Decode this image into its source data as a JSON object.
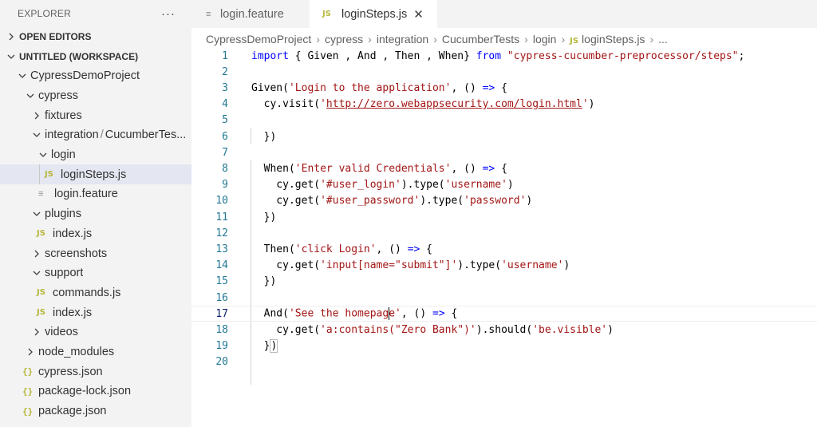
{
  "explorer": {
    "title": "EXPLORER",
    "more": "···",
    "sections": [
      {
        "label": "OPEN EDITORS",
        "expanded": false
      },
      {
        "label": "UNTITLED (WORKSPACE)",
        "expanded": true
      }
    ],
    "tree": [
      {
        "label": "CypressDemoProject",
        "icon": "folder",
        "expanded": true
      },
      {
        "label": "cypress",
        "icon": "folder",
        "expanded": true
      },
      {
        "label": "fixtures",
        "icon": "folder",
        "expanded": false
      },
      {
        "label": "integration",
        "label_sep": "/",
        "label_rest": "CucumberTes...",
        "icon": "folder",
        "expanded": true
      },
      {
        "label": "login",
        "icon": "folder",
        "expanded": true
      },
      {
        "label": "loginSteps.js",
        "icon": "js",
        "badge": "JS",
        "selected": true
      },
      {
        "label": "login.feature",
        "icon": "feature",
        "badge": "≡"
      },
      {
        "label": "plugins",
        "icon": "folder",
        "expanded": true
      },
      {
        "label": "index.js",
        "icon": "js",
        "badge": "JS"
      },
      {
        "label": "screenshots",
        "icon": "folder",
        "expanded": false
      },
      {
        "label": "support",
        "icon": "folder",
        "expanded": true
      },
      {
        "label": "commands.js",
        "icon": "js",
        "badge": "JS"
      },
      {
        "label": "index.js",
        "icon": "js",
        "badge": "JS"
      },
      {
        "label": "videos",
        "icon": "folder",
        "expanded": false
      },
      {
        "label": "node_modules",
        "icon": "folder",
        "expanded": false
      },
      {
        "label": "cypress.json",
        "icon": "json",
        "badge": "{}"
      },
      {
        "label": "package-lock.json",
        "icon": "json",
        "badge": "{}"
      },
      {
        "label": "package.json",
        "icon": "json",
        "badge": "{}"
      }
    ]
  },
  "tabs": [
    {
      "label": "login.feature",
      "badge": "≡",
      "active": false
    },
    {
      "label": "loginSteps.js",
      "badge": "JS",
      "active": true,
      "close": "✕"
    }
  ],
  "breadcrumb": {
    "items": [
      "CypressDemoProject",
      "cypress",
      "integration",
      "CucumberTests",
      "login"
    ],
    "file_badge": "JS",
    "file": "loginSteps.js",
    "sep": "›",
    "tail": "..."
  },
  "editor": {
    "line_numbers": [
      "1",
      "2",
      "3",
      "4",
      "5",
      "6",
      "7",
      "8",
      "9",
      "10",
      "11",
      "12",
      "13",
      "14",
      "15",
      "16",
      "17",
      "18",
      "19",
      "20"
    ],
    "lines": {
      "l1": {
        "a": "import",
        "b": " { Given , And , Then , When} ",
        "c": "from",
        "d": " ",
        "e": "\"cypress-cucumber-preprocessor/steps\"",
        "f": ";"
      },
      "l3": {
        "a": "Given(",
        "b": "'Login to the application'",
        "c": ", () ",
        "d": "=>",
        "e": " {"
      },
      "l4": {
        "a": "  cy.visit(",
        "b": "'",
        "c": "http://zero.webappsecurity.com/login.html",
        "d": "'",
        "e": ")"
      },
      "l6": {
        "a": "  })"
      },
      "l8": {
        "a": "  When(",
        "b": "'Enter valid Credentials'",
        "c": ", () ",
        "d": "=>",
        "e": " {"
      },
      "l9": {
        "a": "    cy.get(",
        "b": "'#user_login'",
        "c": ").type(",
        "d": "'username'",
        "e": ")"
      },
      "l10": {
        "a": "    cy.get(",
        "b": "'#user_password'",
        "c": ").type(",
        "d": "'password'",
        "e": ")"
      },
      "l11": {
        "a": "  })"
      },
      "l13": {
        "a": "  Then(",
        "b": "'click Login'",
        "c": ", () ",
        "d": "=>",
        "e": " {"
      },
      "l14": {
        "a": "    cy.get(",
        "b": "'input[name=\"submit\"]'",
        "c": ").type(",
        "d": "'username'",
        "e": ")"
      },
      "l15": {
        "a": "  })"
      },
      "l17": {
        "a": "  And(",
        "b1": "'See the homepag",
        "b2": "e'",
        "c": ", () ",
        "d": "=>",
        "e": " {"
      },
      "l18": {
        "a": "    cy.get(",
        "b": "'a:contains(\"Zero Bank\")'",
        "c": ").should(",
        "d": "'be.visible'",
        "e": ")"
      },
      "l19": {
        "a": "  }",
        "b": ")"
      }
    },
    "current_line": 17
  },
  "colors": {
    "sidebar_bg": "#f3f3f3",
    "selected_row": "#e4e6f1",
    "keyword": "#0000ff",
    "string": "#a31515",
    "line_number": "#237893",
    "js_badge": "#b7b73b"
  }
}
